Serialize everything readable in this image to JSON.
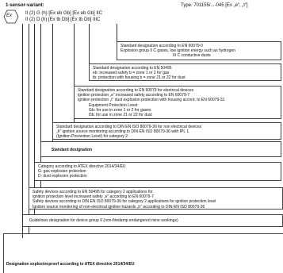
{
  "header": {
    "title": "1-sensor-variant:",
    "type_label": "Type: 701155/...-045 [Ex „e“, „t“]"
  },
  "ex_symbol": "Ex",
  "marking": {
    "line1": "II  (2)  G   (h) [Ex eb Gb] [Ex eb Gb] IIC",
    "line2": "II  (2)  D   (h) [Ex tb Db]   [Ex tb Db]  IIIC"
  },
  "boxes": {
    "explosion_group": {
      "lines": [
        "Standard designation according to EN 60079-0",
        "Explosion group II C gases, low ignition energy such as hydrogen",
        "III C conductive dusts"
      ]
    },
    "en50495": {
      "lines": [
        "Standard designation according to EN 50495",
        "eb: increased safety              b = zone 1 or 2 for gas",
        "tb: protection with housing b = zone 21 or 22 for dust"
      ]
    },
    "en60079": {
      "lines": [
        "Standard designation according to EN 60079 for electrical devices",
        "ignition protection „e“ increased safety according to EN 60079-7",
        "ignition protection „t“ dust explosion protection with housing accord. to EN 60079-31",
        "Equipment Protection Level:",
        "Gb: for use in zone 1 or 2 for gases",
        "Db: for use in zone 21 or 22 for dust"
      ]
    },
    "din80079": {
      "lines": [
        "Standard designation according to DIN EN ISO 80079-36 for non electrical devices",
        "„h“ ignition source monitoring according to DIN EN ISO 80079-36 with IPL 1",
        "(Ignition Prevention Level) for category 2"
      ]
    },
    "standard_designation": {
      "label": "Standard designation"
    },
    "atex_category": {
      "lines": [
        "Category according to ATEX directive 2014/34/EU",
        "G: gas explosion protection",
        "D: dust explosion protection"
      ]
    },
    "safety_devices": {
      "lines": [
        "Safety devices according to EN 50495 for category 2  applications for",
        "ignition protection level increased safety „e“ according to EN 60079-7",
        "Safety devices according to DIN EN ISO 80079-36 for category 2 applications for ignition protection level",
        "Ignition source monitoring of non-electrical ignition hazards „h“ according to DIN EN ISO 80079-36"
      ]
    },
    "guidelines": {
      "label": "Guidelines designation for device group II (non-firedamp endangered mine workings)"
    },
    "designation_explosionproof": {
      "label": "Designation explosionproof according to ATEX directive 2014/34/EU"
    }
  }
}
